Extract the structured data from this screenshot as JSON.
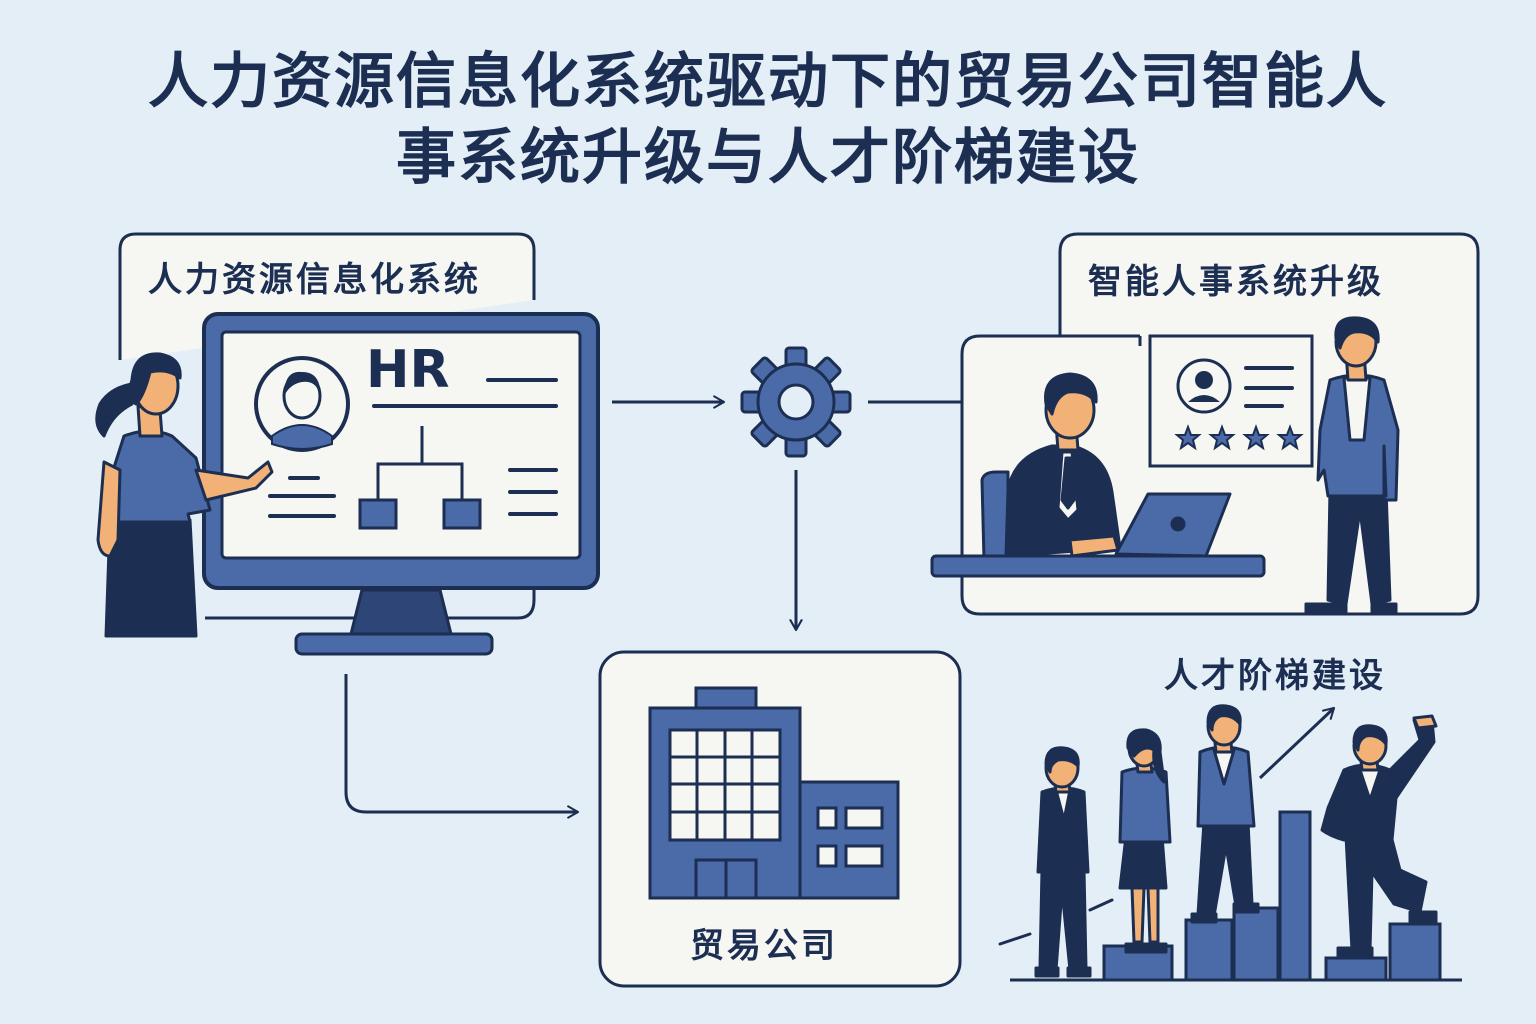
{
  "title": {
    "line1": "人力资源信息化系统驱动下的贸易公司智能人",
    "line2": "事系统升级与人才阶梯建设"
  },
  "nodes": {
    "hr_system": {
      "label": "人力资源信息化系统",
      "screen_text": "HR"
    },
    "smart_upgrade": {
      "label": "智能人事系统升级"
    },
    "talent_ladder": {
      "label": "人才阶梯建设"
    },
    "trade_company": {
      "label": "贸易公司"
    }
  },
  "colors": {
    "background": "#e4eef7",
    "navy": "#1c2f52",
    "blue": "#4a6aa8",
    "panel": "#f6f6f2"
  }
}
